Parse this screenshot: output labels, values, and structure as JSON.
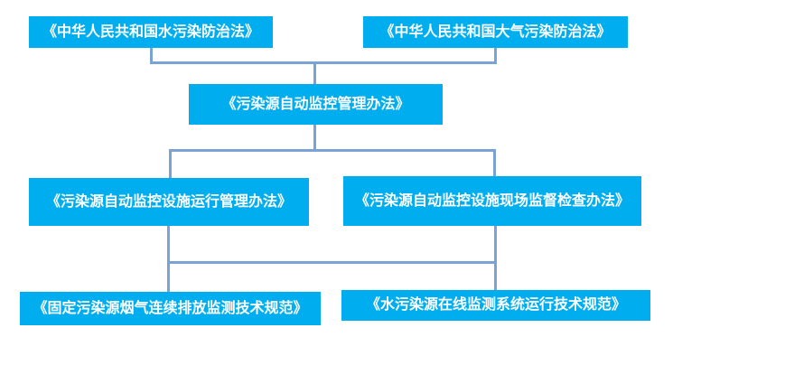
{
  "diagram": {
    "type": "flowchart",
    "background_color": "#ffffff",
    "node_fill_color": "#00aeef",
    "node_text_color": "#ffffff",
    "connector_color": "#7aa3d3",
    "nodes": {
      "water_law": {
        "label": "《中华人民共和国水污染防治法》"
      },
      "air_law": {
        "label": "《中华人民共和国大气污染防治法》"
      },
      "auto_monitoring": {
        "label": "《污染源自动监控管理办法》"
      },
      "operation_measures": {
        "label": "《污染源自动监控设施运行管理办法》"
      },
      "inspection_measures": {
        "label": "《污染源自动监控设施现场监督检查办法》"
      },
      "flue_gas_spec": {
        "label": "《固定污染源烟气连续排放监测技术规范》"
      },
      "water_online_spec": {
        "label": "《水污染源在线监测系统运行技术规范》"
      }
    },
    "edges": [
      {
        "from": "water_law",
        "to": "auto_monitoring"
      },
      {
        "from": "air_law",
        "to": "auto_monitoring"
      },
      {
        "from": "auto_monitoring",
        "to": "operation_measures"
      },
      {
        "from": "auto_monitoring",
        "to": "inspection_measures"
      },
      {
        "from": "operation_measures",
        "to": "flue_gas_spec"
      },
      {
        "from": "operation_measures",
        "to": "water_online_spec"
      },
      {
        "from": "inspection_measures",
        "to": "flue_gas_spec"
      },
      {
        "from": "inspection_measures",
        "to": "water_online_spec"
      }
    ]
  }
}
